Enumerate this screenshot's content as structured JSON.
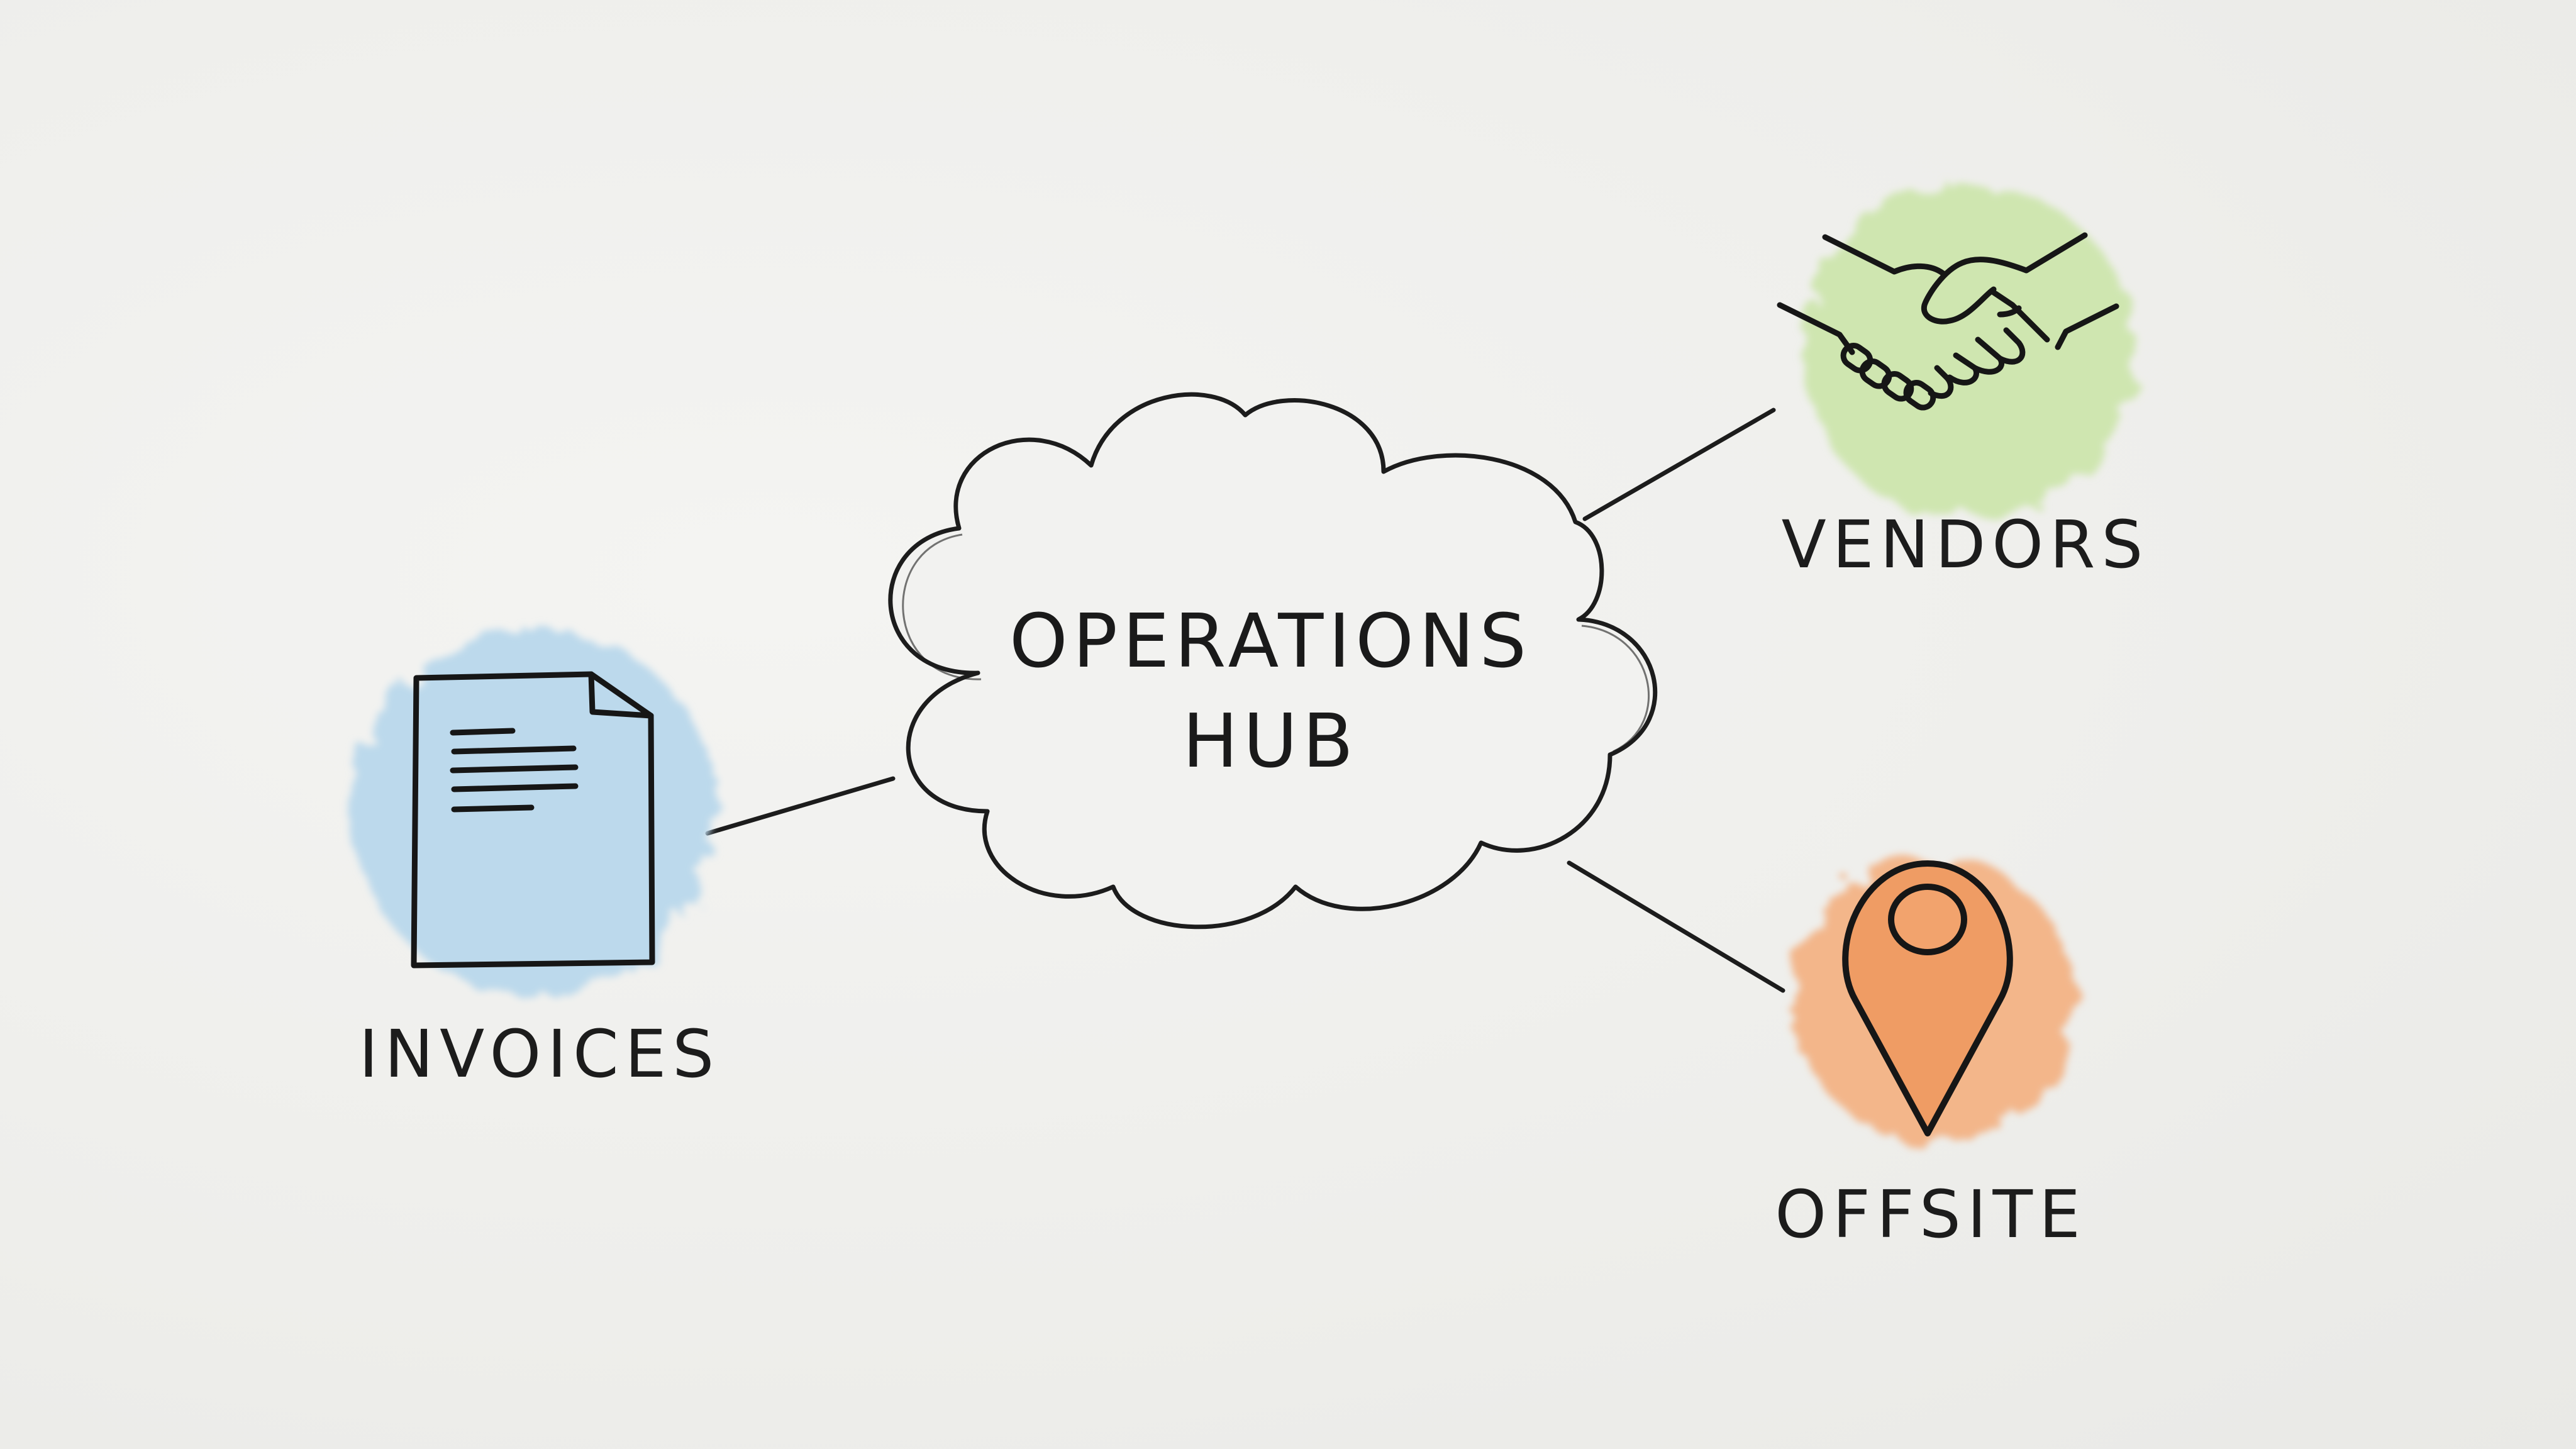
{
  "diagram": {
    "hub": {
      "line1": "OPERATIONS",
      "line2": "HUB",
      "shape": "cloud-icon"
    },
    "nodes": [
      {
        "id": "invoices",
        "label": "INVOICES",
        "icon": "document-icon",
        "color": "#bcd9ec"
      },
      {
        "id": "vendors",
        "label": "VENDORS",
        "icon": "handshake-icon",
        "color": "#cfe6b0"
      },
      {
        "id": "offsite",
        "label": "OFFSITE",
        "icon": "map-pin-icon",
        "color": "#f1a775"
      }
    ],
    "edges": [
      {
        "from": "hub",
        "to": "invoices"
      },
      {
        "from": "hub",
        "to": "vendors"
      },
      {
        "from": "hub",
        "to": "offsite"
      }
    ],
    "style": {
      "background": "#efefec",
      "stroke": "#1c1c1c"
    }
  }
}
